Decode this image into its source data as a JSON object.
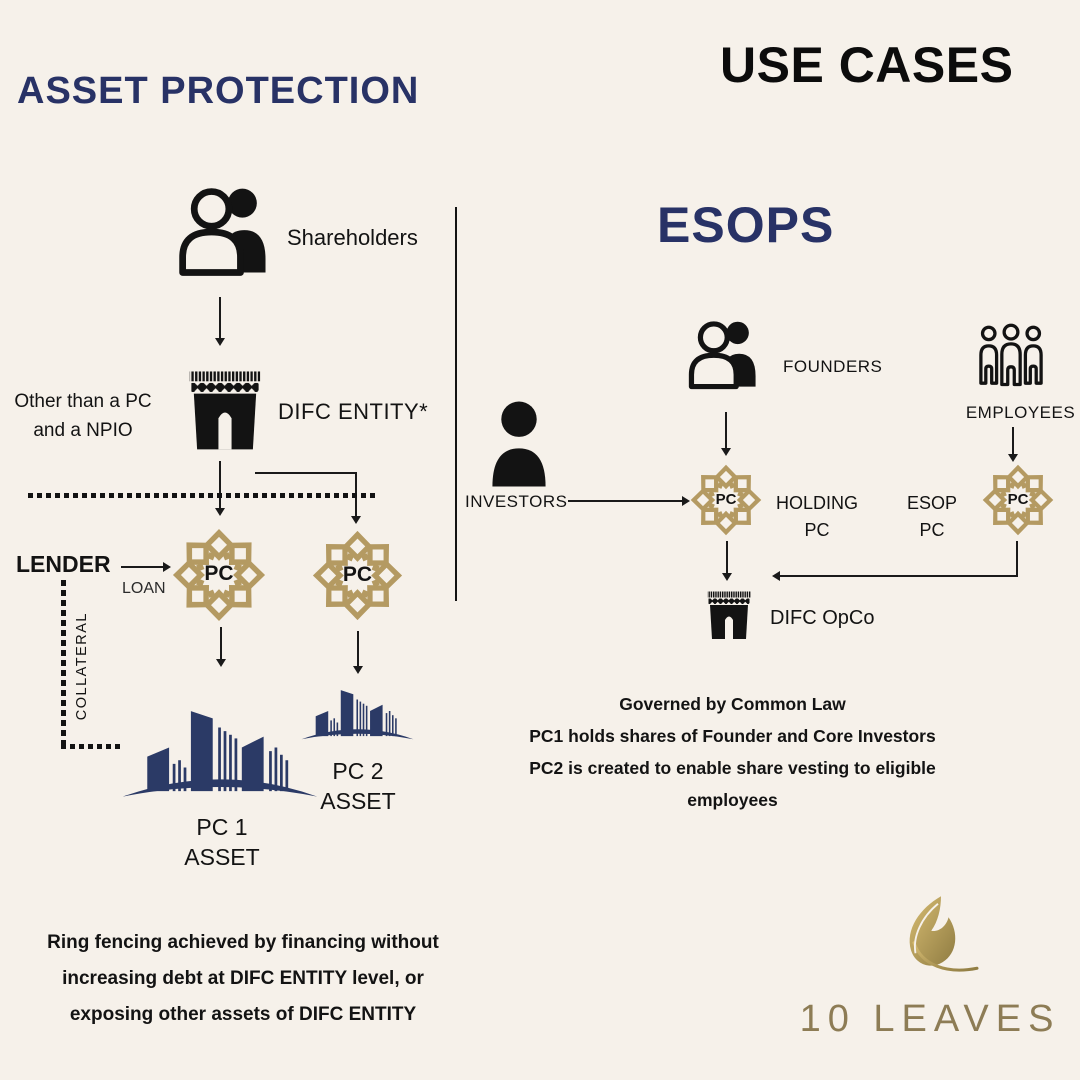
{
  "colors": {
    "background": "#f6f1ea",
    "heading_navy": "#283266",
    "diagram_navy": "#2b3a66",
    "rosette_gold": "#b49a62",
    "ink_black": "#131313",
    "logo_gold": "#8d7c55"
  },
  "left": {
    "title": "ASSET PROTECTION",
    "shareholders_label": "Shareholders",
    "side_note": [
      "Other than a PC",
      "and a NPIO"
    ],
    "difc_entity_label": "DIFC ENTITY*",
    "lender_label": "LENDER",
    "loan_label": "LOAN",
    "collateral_label": "COLLATERAL",
    "pc_badge": "PC",
    "pc1_asset": [
      "PC 1",
      "ASSET"
    ],
    "pc2_asset": [
      "PC 2",
      "ASSET"
    ],
    "footnote": [
      "Ring fencing achieved by financing without",
      "increasing debt at DIFC ENTITY level, or",
      "exposing other assets of DIFC ENTITY"
    ]
  },
  "right": {
    "title": "USE CASES",
    "subtitle": "ESOPS",
    "investors_label": "INVESTORS",
    "founders_label": "FOUNDERS",
    "employees_label": "EMPLOYEES",
    "holding_pc_label": [
      "HOLDING",
      "PC"
    ],
    "esop_pc_label": [
      "ESOP",
      "PC"
    ],
    "pc_badge": "PC",
    "difc_opco_label": "DIFC OpCo",
    "notes": [
      "Governed by Common Law",
      "PC1 holds shares of Founder and Core Investors",
      "PC2 is created to enable share vesting to eligible",
      "employees"
    ]
  },
  "branding": {
    "logo_text": "10 LEAVES"
  }
}
